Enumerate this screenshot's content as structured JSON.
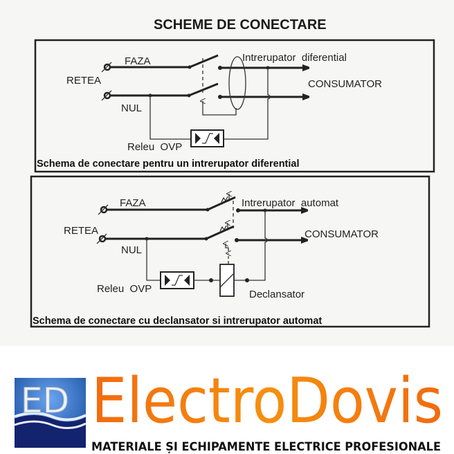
{
  "title": "SCHEME DE CONECTARE",
  "scheme1": {
    "faza": "FAZA",
    "retea": "RETEA",
    "nul": "NUL",
    "device": "Intrerupator  diferential",
    "consumer": "CONSUMATOR",
    "relay": "Releu  OVP",
    "caption": "Schema de conectare pentru un intrerupator diferential"
  },
  "scheme2": {
    "faza": "FAZA",
    "retea": "RETEA",
    "nul": "NUL",
    "device": "Intrerupator  automat",
    "consumer": "CONSUMATOR",
    "relay": "Releu  OVP",
    "trip": "Declansator",
    "caption": "Schema de conectare cu declansator si intrerupator automat"
  },
  "logo": {
    "mark": "ED",
    "brand": "ElectroDovis",
    "tagline": "MATERIALE ȘI ECHIPAMENTE ELECTRICE PROFESIONALE",
    "colors": {
      "orange": "#f26b0f",
      "blue": "#1f5fb0",
      "navy": "#14236e"
    }
  }
}
